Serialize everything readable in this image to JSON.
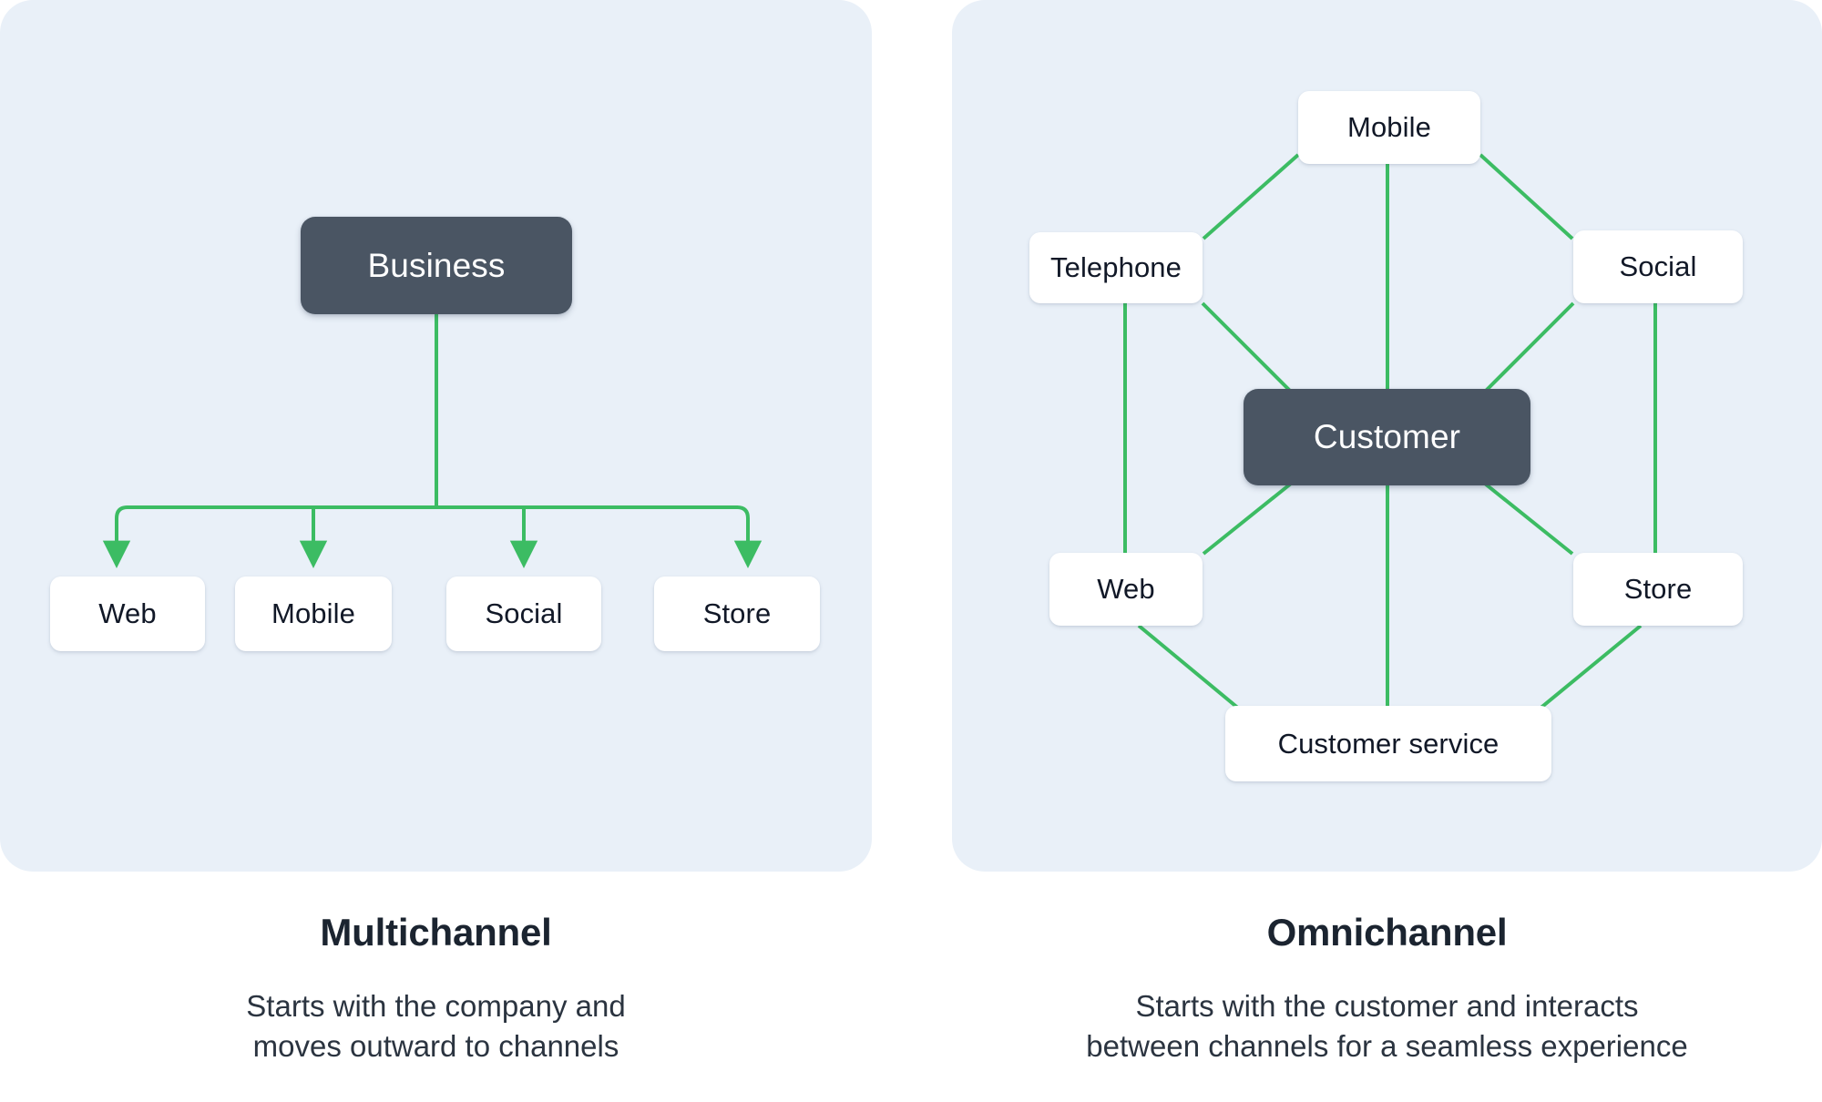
{
  "colors": {
    "panel_background": "#e9f0f8",
    "page_background": "#ffffff",
    "hub_node": "#4a5563",
    "channel_node": "#ffffff",
    "connector_green": "#3cbc63",
    "title_text": "#1b2430",
    "body_text": "#2b3440"
  },
  "panels": [
    {
      "id": "multichannel",
      "hub": {
        "label": "Business"
      },
      "channels": [
        {
          "label": "Web"
        },
        {
          "label": "Mobile"
        },
        {
          "label": "Social"
        },
        {
          "label": "Store"
        }
      ],
      "connector_style": "arrow",
      "caption": {
        "title": "Multichannel",
        "body_line_1": "Starts with the company and",
        "body_line_2": "moves outward to channels"
      }
    },
    {
      "id": "omnichannel",
      "hub": {
        "label": "Customer"
      },
      "channels": [
        {
          "label": "Mobile"
        },
        {
          "label": "Telephone"
        },
        {
          "label": "Social"
        },
        {
          "label": "Web"
        },
        {
          "label": "Store"
        },
        {
          "label": "Customer service"
        }
      ],
      "connector_style": "line",
      "caption": {
        "title": "Omnichannel",
        "body_line_1": "Starts with the customer and interacts",
        "body_line_2": "between channels for a seamless experience"
      }
    }
  ]
}
